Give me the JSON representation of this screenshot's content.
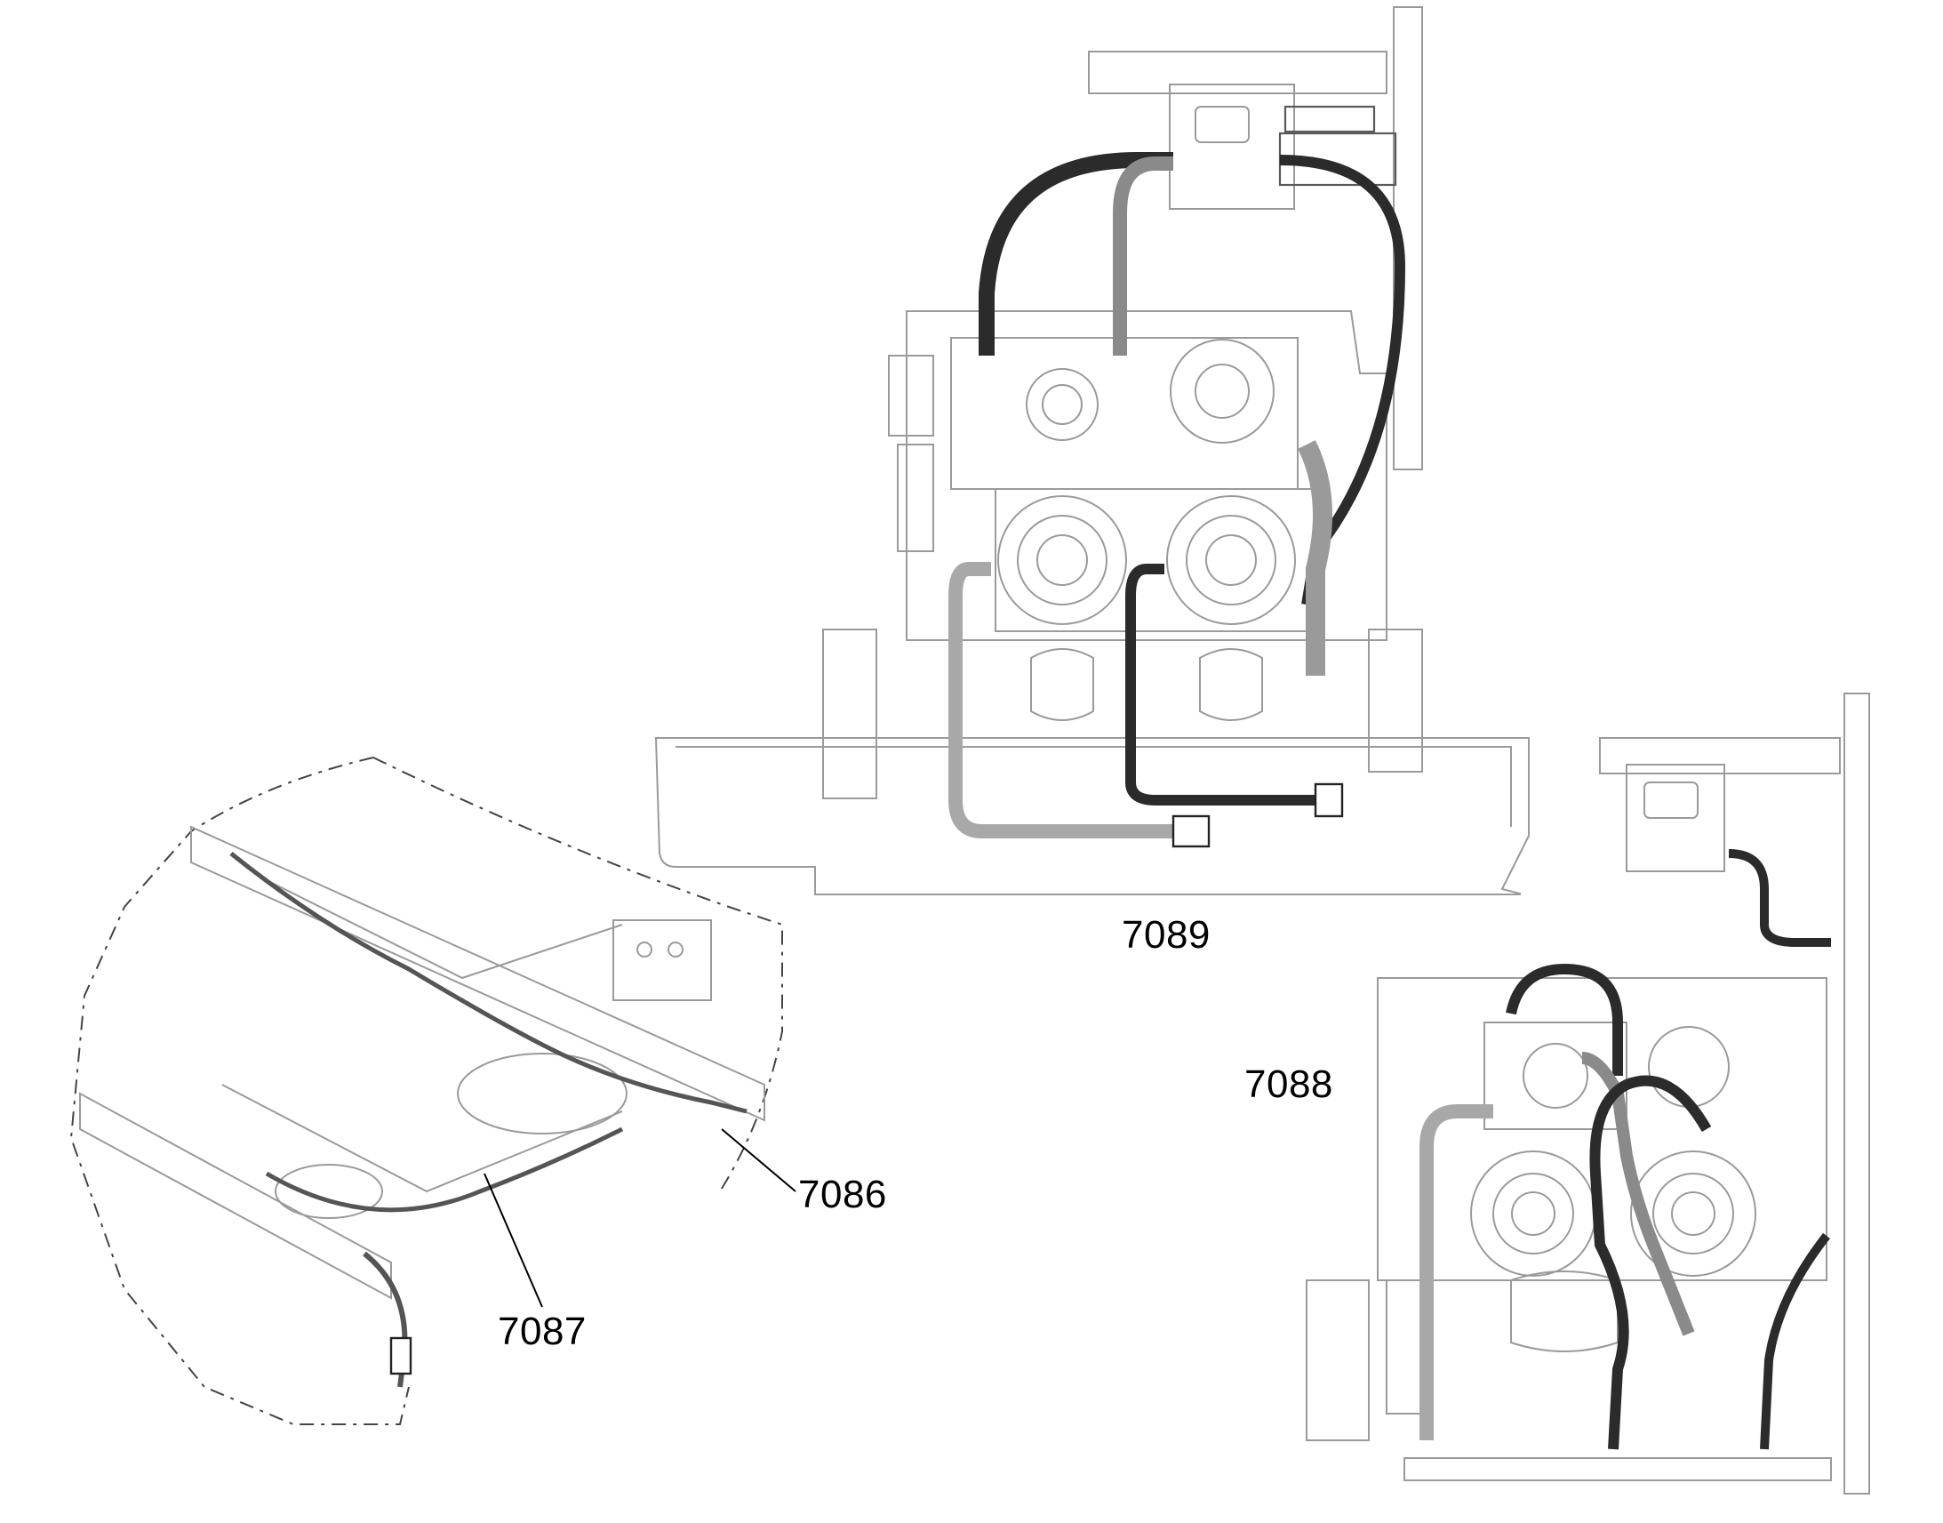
{
  "figure": {
    "callouts": [
      {
        "id": "view-top-center",
        "label": "7089"
      },
      {
        "id": "view-bottom-right",
        "label": "7088"
      },
      {
        "id": "detail-a",
        "label": "7086"
      },
      {
        "id": "detail-b",
        "label": "7087"
      }
    ],
    "colors": {
      "outline": "#9a9a9a",
      "hose_dark": "#2b2b2b",
      "hose_mid": "#777777",
      "hose_light": "#b4b4b4",
      "background": "#ffffff"
    }
  }
}
